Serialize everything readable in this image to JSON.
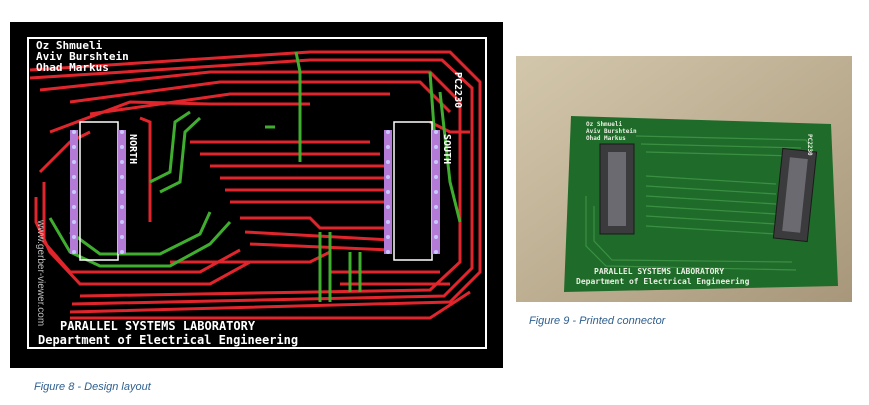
{
  "figure8": {
    "names": [
      "Oz Shmueli",
      "Aviv Burshtein",
      "Ohad Markus"
    ],
    "part_number": "PC2230",
    "north_label": "NORTH",
    "south_label": "SOUTH",
    "watermark": "www.gerber-viewer.com",
    "lab_line1": "PARALLEL SYSTEMS LABORATORY",
    "lab_line2": "Department of Electrical Engineering",
    "caption": "Figure 8 - Design layout",
    "colors": {
      "board": "#000000",
      "trace_red": "#e0262c",
      "trace_green": "#3fae2f",
      "pad_purple": "#b47bd6",
      "outline": "#ffffff"
    }
  },
  "figure9": {
    "names": [
      "Oz Shmueli",
      "Aviv Burshtein",
      "Ohad Markus"
    ],
    "part_number": "PC2230",
    "lab_line1": "PARALLEL SYSTEMS LABORATORY",
    "lab_line2": "Department of Electrical Engineering",
    "caption": "Figure 9 - Printed connector",
    "colors": {
      "pcb": "#1f6b2a",
      "background": "#b8a98c"
    }
  }
}
